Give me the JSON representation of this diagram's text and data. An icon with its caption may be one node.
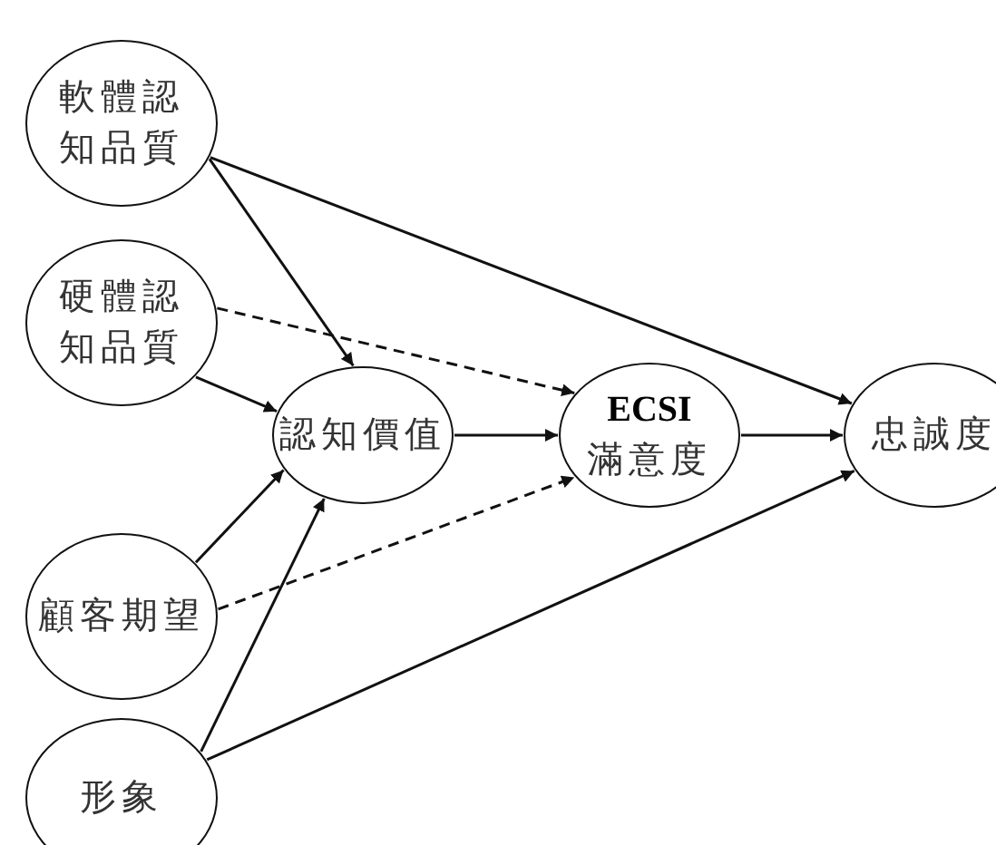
{
  "diagram": {
    "nodes": [
      {
        "text": [
          "軟體認知品質"
        ]
      },
      {
        "text": [
          "硬體認知品質"
        ]
      },
      {
        "text": [
          "認知價值"
        ]
      },
      {
        "text": [
          "ECSI",
          "滿意度"
        ]
      },
      {
        "text": [
          "忠誠度"
        ]
      },
      {
        "text": [
          "顧客期望"
        ]
      },
      {
        "text": [
          "形象"
        ]
      }
    ],
    "edges": [
      {
        "from": 0,
        "to": 2,
        "arrow": "to"
      },
      {
        "from": 0,
        "to": 4,
        "arrow": "to"
      },
      {
        "from": 1,
        "to": 3,
        "arrow": "to",
        "style": "dashed"
      },
      {
        "from": 1,
        "to": 2,
        "arrow": "to"
      },
      {
        "from": 5,
        "to": 2,
        "arrow": "to"
      },
      {
        "from": 5,
        "to": 3,
        "arrow": "to",
        "style": "dashed"
      },
      {
        "from": 6,
        "to": 2,
        "arrow": "to"
      },
      {
        "from": 6,
        "to": 4,
        "arrow": "to"
      },
      {
        "from": 2,
        "to": 3,
        "arrow": "to"
      },
      {
        "from": 3,
        "to": 4,
        "arrow": "to"
      }
    ]
  }
}
